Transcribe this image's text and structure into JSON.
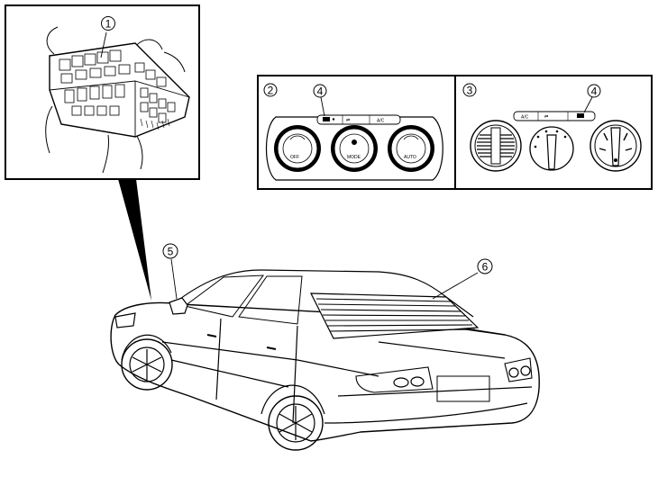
{
  "callouts": {
    "c1": "1",
    "c2": "2",
    "c3": "3",
    "c4a": "4",
    "c4b": "4",
    "c5": "5",
    "c6": "6"
  },
  "panel_auto": {
    "left_knob_label": "OFF",
    "center_knob_label": "MODE",
    "right_knob_label": "AUTO",
    "button_ac": "A/C"
  },
  "panel_manual": {
    "button_ac": "A/C"
  }
}
